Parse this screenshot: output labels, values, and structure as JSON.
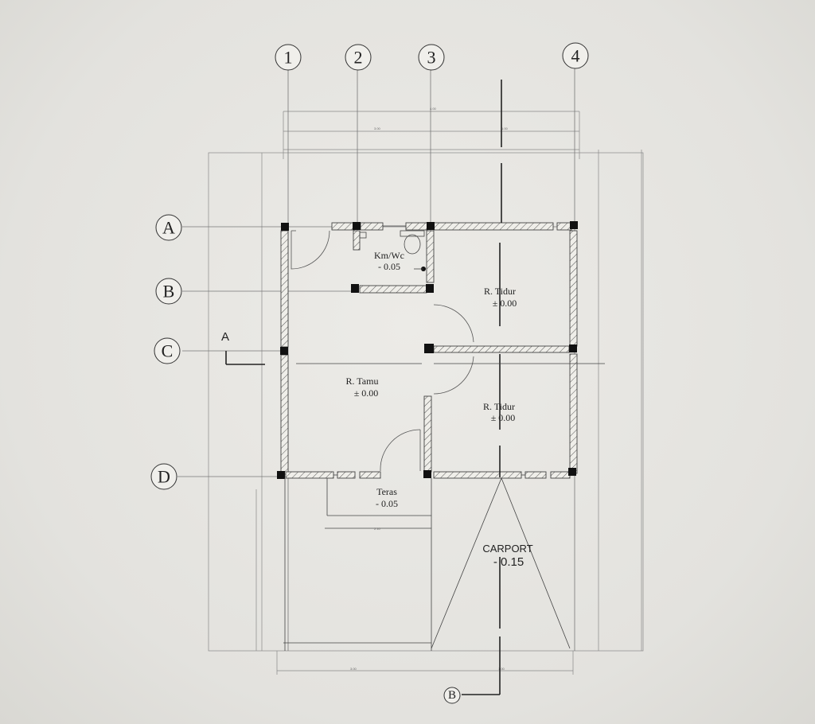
{
  "grid_columns": [
    "1",
    "2",
    "3",
    "4"
  ],
  "grid_rows": [
    "A",
    "B",
    "C",
    "D"
  ],
  "section_marks": {
    "a": "A",
    "b": "B"
  },
  "rooms": {
    "kmwc": {
      "name": "Km/Wc",
      "level": "- 0.05"
    },
    "tidur1": {
      "name": "R. Tidur",
      "level": "± 0.00"
    },
    "tamu": {
      "name": "R. Tamu",
      "level": "± 0.00"
    },
    "tidur2": {
      "name": "R. Tidur",
      "level": "± 0.00"
    },
    "teras": {
      "name": "Teras",
      "level": "- 0.05"
    },
    "carport": {
      "name": "CARPORT",
      "level": "- 0.15"
    }
  }
}
